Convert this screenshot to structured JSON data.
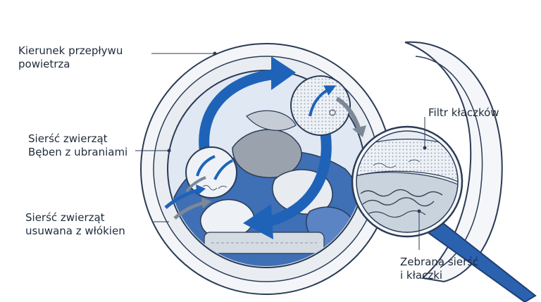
{
  "labels": {
    "airflow": [
      "Kierunek przepływu",
      "powietrza"
    ],
    "drum": [
      "Sierść zwierząt",
      "Bęben z ubraniami"
    ],
    "removed": [
      "Sierść zwierząt",
      "usuwana z włókien"
    ],
    "filter": "Filtr kłaczków",
    "collected": [
      "Zebrana sierść",
      "i kłaczki"
    ]
  },
  "colors": {
    "blue_arrow": "#1f63b8",
    "outline": "#2b3b55",
    "glass": "#dfe8f3",
    "clothes_blue": "#3f6fb5",
    "clothes_gray": "#9aa3ad",
    "handle": "#2b62b0",
    "text": "#1f2b3a"
  }
}
